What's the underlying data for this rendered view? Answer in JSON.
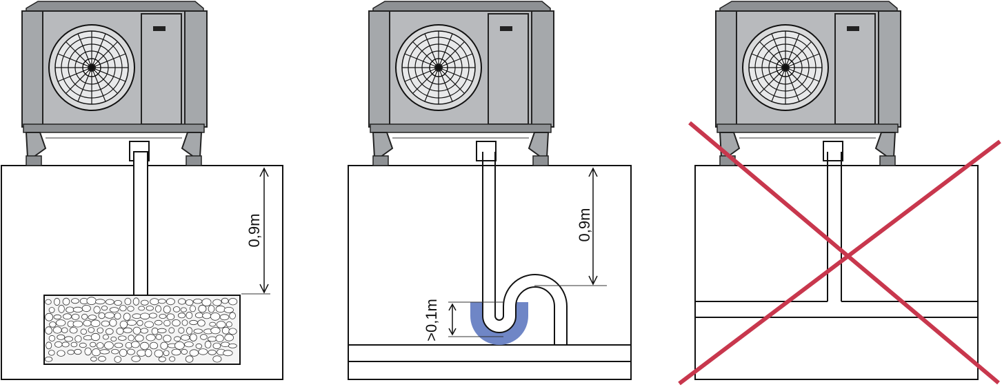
{
  "panels": [
    {
      "id": "gravel-soakaway",
      "dimension_label": "0,9m"
    },
    {
      "id": "trap-drain",
      "dimension_label": "0,9m",
      "water_seal_label": ">0,1m"
    },
    {
      "id": "direct-drain-incorrect"
    }
  ],
  "colors": {
    "water": "#6f86c6",
    "cross": "#c8374d",
    "unit_body": "#b8babd",
    "line": "#111111"
  },
  "icons": {
    "unit": "heat-pump-unit-icon",
    "fan": "fan-grille-icon",
    "cross": "cross-mark-icon"
  }
}
